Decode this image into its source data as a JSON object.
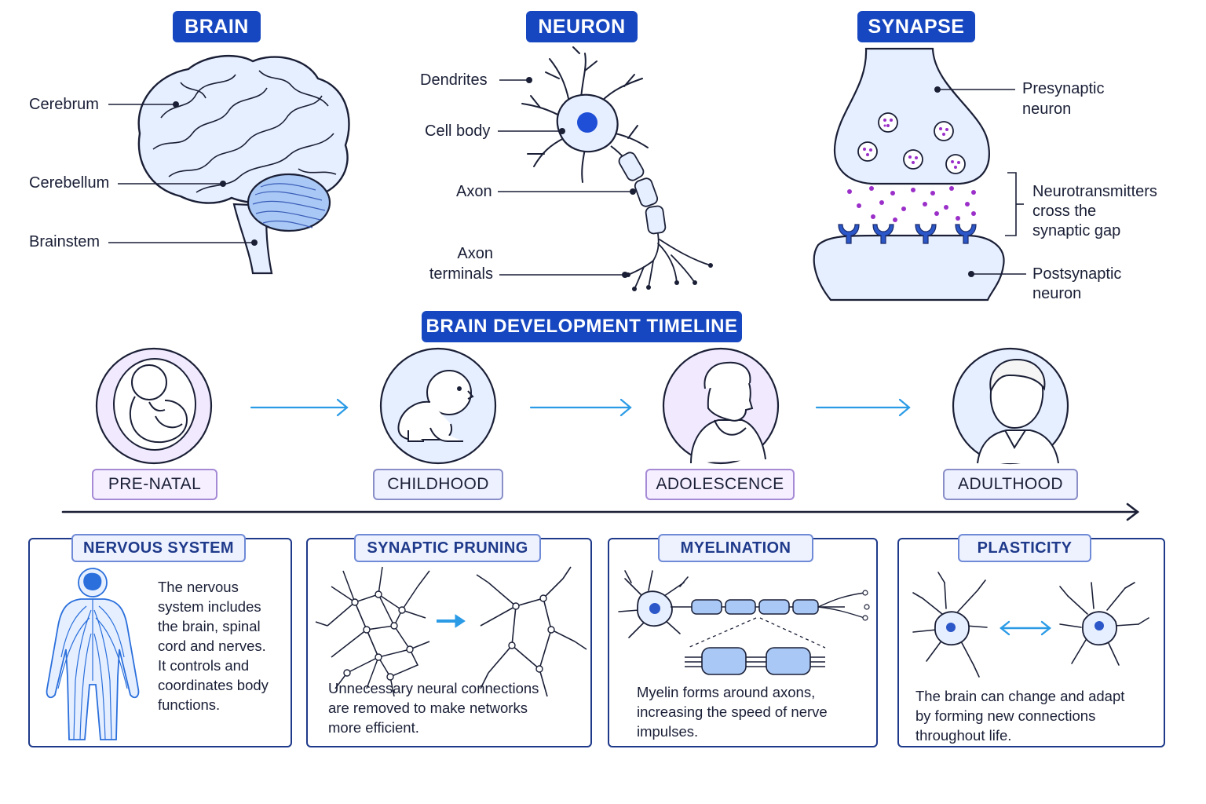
{
  "sections": {
    "brain": "BRAIN",
    "neuron": "NEURON",
    "synapse": "SYNAPSE",
    "timeline": "BRAIN DEVELOPMENT TIMELINE"
  },
  "brain_labels": {
    "cerebrum": "Cerebrum",
    "cerebellum": "Cerebellum",
    "brainstem": "Brainstem"
  },
  "neuron_labels": {
    "dendrites": "Dendrites",
    "cell_body": "Cell body",
    "axon": "Axon",
    "axon_terminals_1": "Axon",
    "axon_terminals_2": "terminals"
  },
  "synapse_labels": {
    "presynaptic_1": "Presynaptic",
    "presynaptic_2": "neuron",
    "neurotransmitters_1": "Neurotransmitters",
    "neurotransmitters_2": "cross the",
    "neurotransmitters_3": "synaptic gap",
    "postsynaptic_1": "Postsynaptic",
    "postsynaptic_2": "neuron"
  },
  "stages": [
    {
      "label": "PRE-NATAL"
    },
    {
      "label": "CHILDHOOD"
    },
    {
      "label": "ADOLESCENCE"
    },
    {
      "label": "ADULTHOOD"
    }
  ],
  "cards": {
    "nervous": {
      "title": "NERVOUS SYSTEM",
      "lines": [
        "The nervous",
        "system includes",
        "the brain, spinal",
        "cord and nerves.",
        "It controls and",
        "coordinates body",
        "functions."
      ]
    },
    "pruning": {
      "title": "SYNAPTIC PRUNING",
      "lines": [
        "Unnecessary neural connections",
        "are removed to make networks",
        "more efficient."
      ]
    },
    "myelination": {
      "title": "MYELINATION",
      "lines": [
        "Myelin forms around axons,",
        "increasing the speed of nerve",
        "impulses."
      ]
    },
    "plasticity": {
      "title": "PLASTICITY",
      "lines": [
        "The brain can change and adapt",
        "by forming new connections",
        "throughout life."
      ]
    }
  },
  "colors": {
    "accent": "#1747c0",
    "outline": "#1a1f36",
    "fill_light_blue": "#e6efff",
    "fill_light_purple": "#f1eaff",
    "arrow_blue": "#2b9be6",
    "neurotransmitter": "#9b2fc9"
  }
}
